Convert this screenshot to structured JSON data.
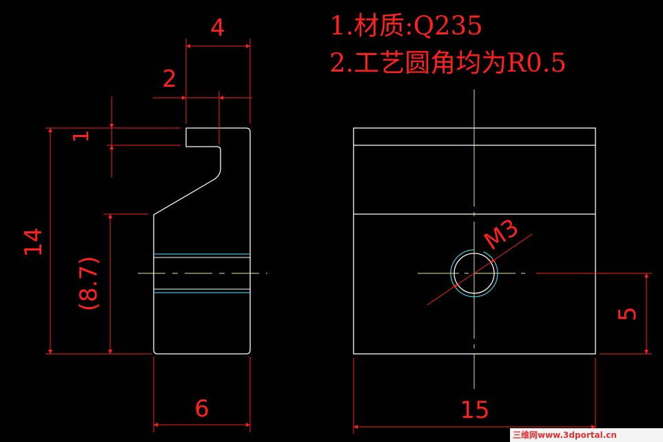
{
  "notes": {
    "line1": "1.材质:Q235",
    "line2": "2.工艺圆角均为R0.5"
  },
  "side_view": {
    "dim_top_width": "4",
    "dim_slot_width": "2",
    "dim_slot_depth": "1",
    "dim_total_height": "14",
    "dim_ref_height": "(8.7)",
    "dim_bottom_width": "6"
  },
  "front_view": {
    "dim_thread": "M3",
    "dim_hole_height": "5",
    "dim_width": "15"
  },
  "watermark": "三维网www.3dportal.cn",
  "colors": {
    "outline": "#ffffff",
    "dimension": "#ff2020",
    "centerline": "#e8e8a0",
    "thread": "#3ec8d8",
    "background": "#000000"
  }
}
